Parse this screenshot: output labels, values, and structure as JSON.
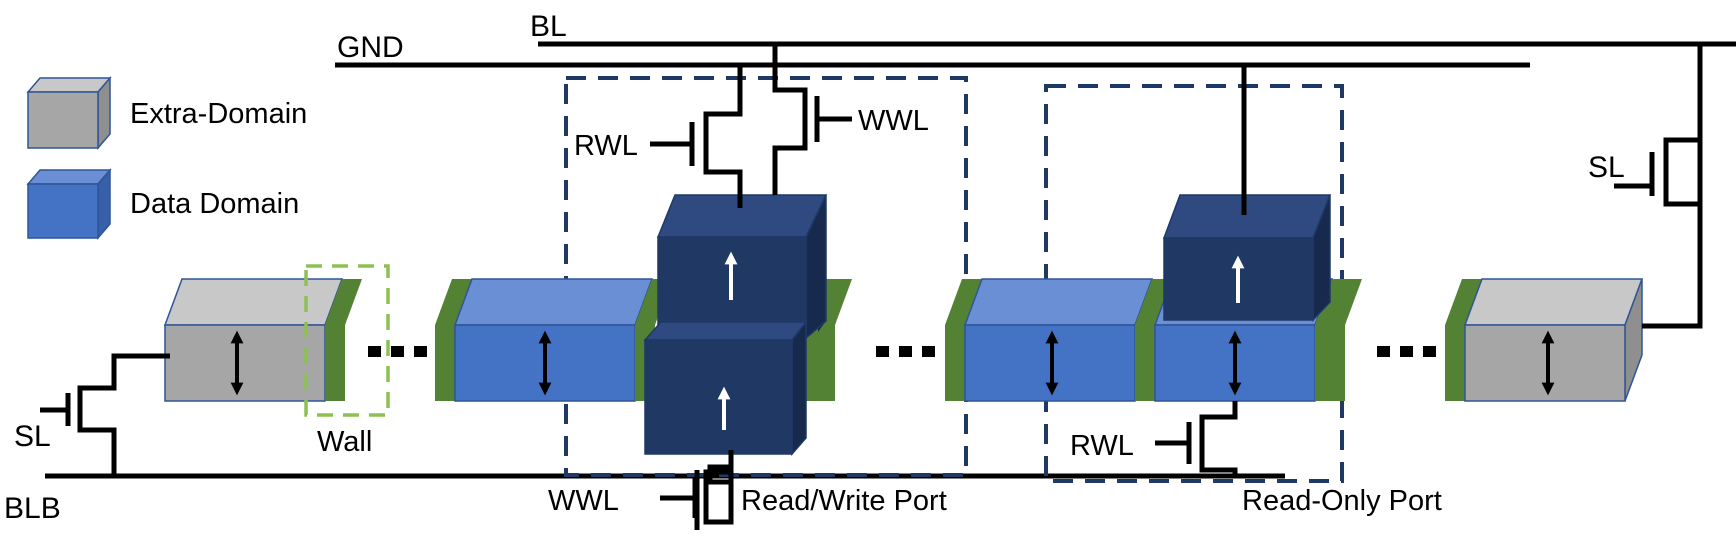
{
  "lines": {
    "bl": "BL",
    "gnd": "GND",
    "blb": "BLB",
    "sl_left": "SL",
    "sl_right": "SL"
  },
  "wordlines": {
    "rwl_rw_port": "RWL",
    "wwl_top": "WWL",
    "wwl_bottom": "WWL",
    "rwl_ro_port": "RWL"
  },
  "legend": {
    "extra_domain": "Extra-Domain",
    "data_domain": "Data Domain"
  },
  "labels": {
    "wall": "Wall",
    "rw_port": "Read/Write Port",
    "ro_port": "Read-Only Port"
  },
  "colors": {
    "gray_front": "#a6a6a6",
    "gray_top": "#c8c8c8",
    "gray_side": "#8f8f8f",
    "blue_front": "#4472c4",
    "blue_top": "#6a8fd4",
    "blue_side": "#3860a8",
    "navy_front": "#203864",
    "navy_top": "#2e4a80",
    "navy_side": "#172a4d",
    "wall_green": "#548235",
    "dash_navy": "#1f3864",
    "dash_green": "#8cc152",
    "wire": "#000000"
  }
}
